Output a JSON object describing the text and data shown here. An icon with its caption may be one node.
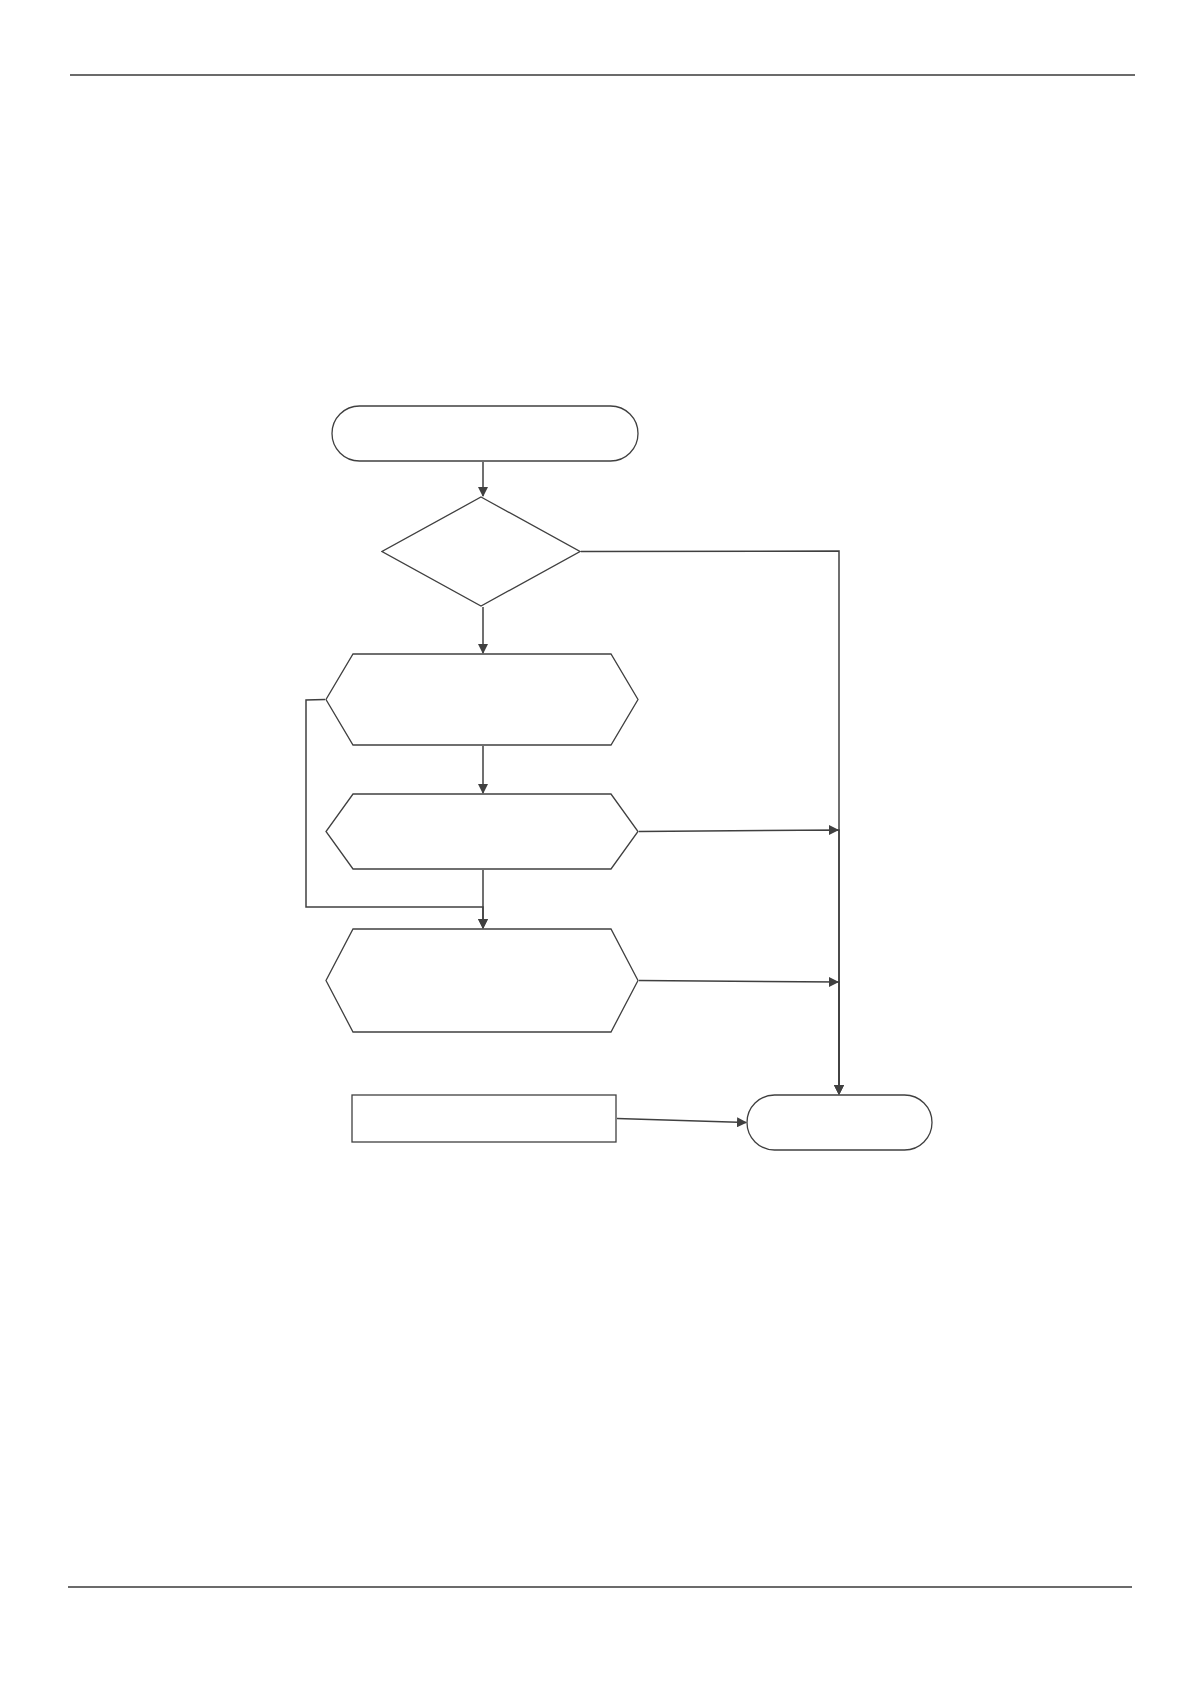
{
  "diagram": {
    "nodes": [
      {
        "text": [],
        "shape": "oval"
      },
      {
        "text": [],
        "shape": "diamond"
      },
      {
        "text": [],
        "shape": "hexagon"
      },
      {
        "text": [],
        "shape": "hexagon"
      },
      {
        "text": [],
        "shape": "hexagon"
      },
      {
        "text": [],
        "shape": "box"
      },
      {
        "text": [],
        "shape": "oval"
      }
    ],
    "edges": [
      {
        "from": 0,
        "to": 1,
        "arrow": "to"
      },
      {
        "from": 1,
        "to": 6,
        "arrow": "to"
      },
      {
        "from": 1,
        "to": 2,
        "arrow": "to"
      },
      {
        "from": 2,
        "to": 3,
        "arrow": "to"
      },
      {
        "from": 2,
        "to": 4,
        "arrow": "to"
      },
      {
        "from": 3,
        "to": 4,
        "arrow": "to"
      },
      {
        "from": 3,
        "to": 6,
        "arrow": "to"
      },
      {
        "from": 4,
        "to": 6,
        "arrow": "to"
      },
      {
        "from": 5,
        "to": 6,
        "arrow": "to"
      }
    ]
  }
}
